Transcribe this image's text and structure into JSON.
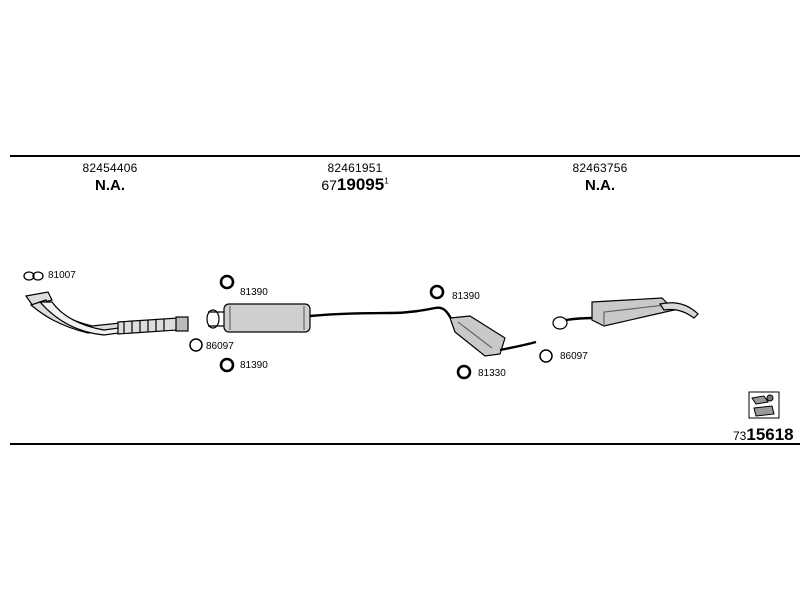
{
  "sections": [
    {
      "part_number": "82454406",
      "price": "N.A."
    },
    {
      "part_number": "82461951",
      "ref_prefix": "67",
      "ref_main": "19095",
      "ref_suffix": "1"
    },
    {
      "part_number": "82463756",
      "price": "N.A."
    }
  ],
  "parts": {
    "clamp_front": "81007",
    "ring_1": "81390",
    "ring_2": "86097",
    "ring_3": "81390",
    "ring_4": "81390",
    "ring_5": "81330",
    "ring_6": "86097"
  },
  "catalog": {
    "prefix": "73",
    "main": "15618"
  },
  "colors": {
    "line": "#000000",
    "part_fill": "#cfcfcf"
  }
}
